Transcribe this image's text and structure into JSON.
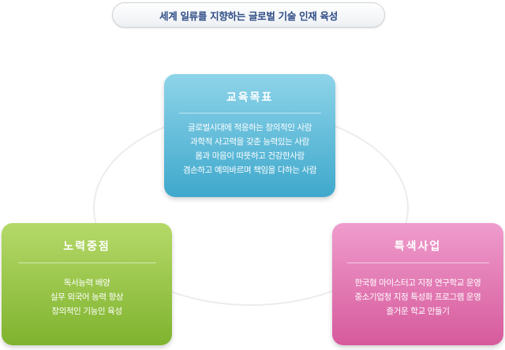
{
  "title": "세계 일류를 지향하는 글로벌 기술 인재 육성",
  "goal": {
    "heading": "교육목표",
    "lines": [
      "글로벌시대에 적응하는 창의적인 사람",
      "과학적 사고력을 갖춘 능력있는 사람",
      "몸과 마음이 따뜻하고 건강한사람",
      "겸손하고 예의바르며 책임을 다하는 사람"
    ]
  },
  "focus": {
    "heading": "노력중점",
    "lines": [
      "독서능력 배양",
      "실무 외국어 능력 향상",
      "창의적인 기능인 육성"
    ]
  },
  "special": {
    "heading": "특색사업",
    "lines": [
      "한국형 마이스터고 지정 연구학교 운영",
      "중소기업청 지정 특성화 프로그램 운영",
      "즐거운 학교 만들기"
    ]
  },
  "colors": {
    "goal": "#3fa8cc",
    "focus": "#7fb32e",
    "special": "#d65a9c",
    "title_text": "#2e4c86"
  }
}
